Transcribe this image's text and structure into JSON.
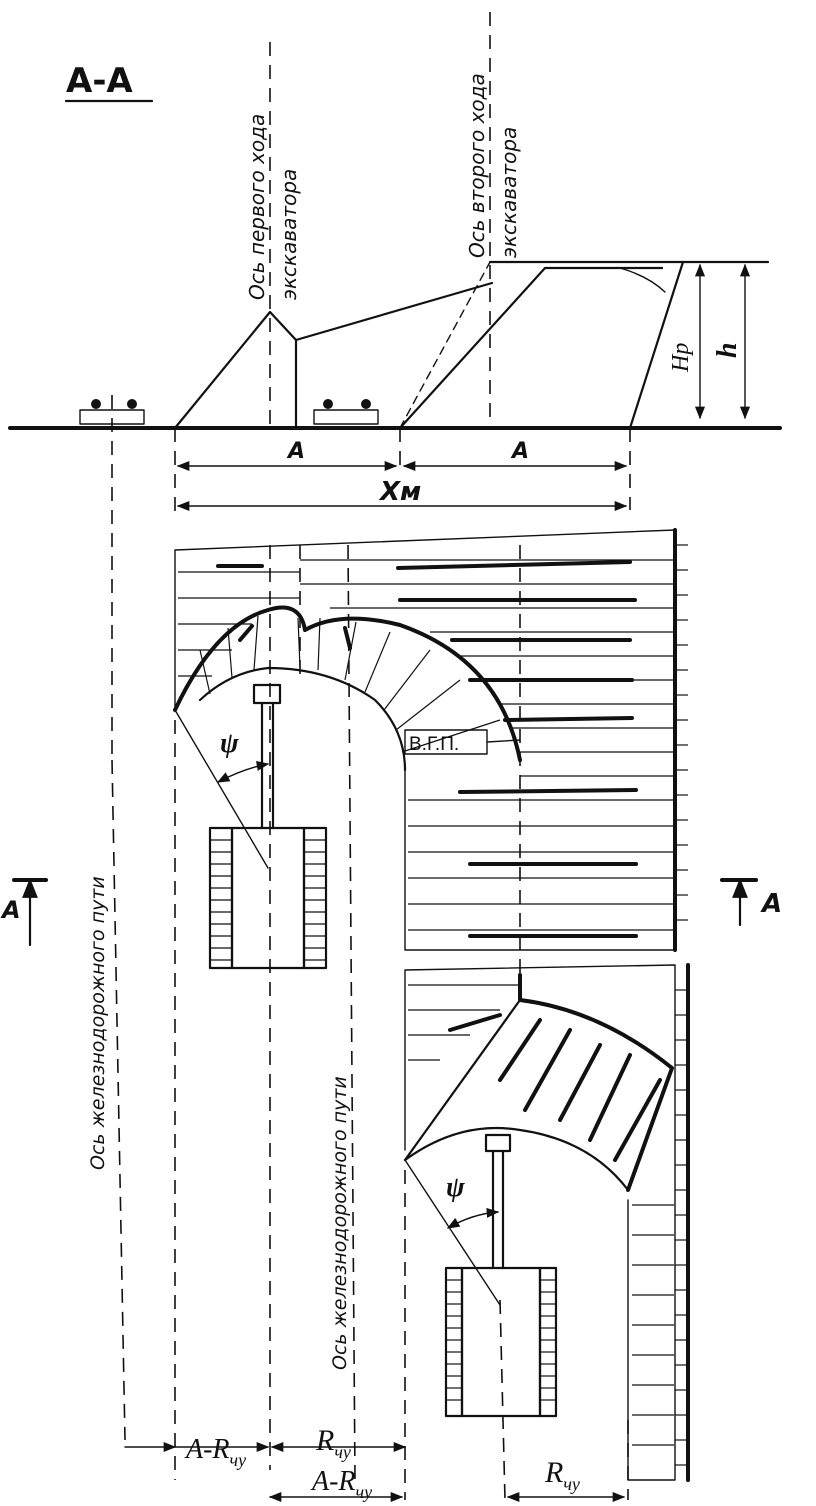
{
  "section_title": "А-А",
  "axes": {
    "first_pass_line1": "Ось первого хода",
    "first_pass_line2": "экскаватора",
    "second_pass_line1": "Ось второго хода",
    "second_pass_line2": "экскаватора",
    "rail_1": "Ось железнодорожного пути",
    "rail_2": "Ось железнодорожного пути"
  },
  "section_dims": {
    "a_left": "A",
    "a_right": "A",
    "xm": "Xм",
    "hp": "Hр",
    "h": "h"
  },
  "plan": {
    "face_label": "В.Г.П.",
    "psi_top": "ψ",
    "psi_bottom": "ψ",
    "cut_left": "A",
    "cut_right": "A"
  },
  "bottom_dims": {
    "a_minus_r_1": "A-R",
    "r_1": "R",
    "a_minus_r_2": "A-R",
    "r_2": "R",
    "subscript": "чу"
  }
}
